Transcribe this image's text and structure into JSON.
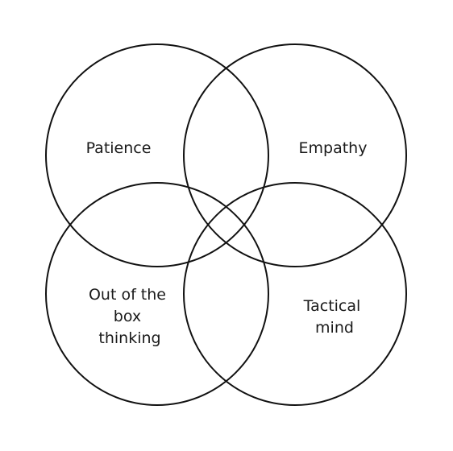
{
  "diagram": {
    "type": "venn",
    "sets": [
      {
        "id": "patience",
        "lines": [
          "Patience"
        ]
      },
      {
        "id": "empathy",
        "lines": [
          "Empathy"
        ]
      },
      {
        "id": "out-of-the-box-thinking",
        "lines": [
          "Out of the",
          "box",
          "thinking"
        ]
      },
      {
        "id": "tactical-mind",
        "lines": [
          "Tactical",
          "mind"
        ]
      }
    ],
    "stroke_color": "#111111",
    "text_color": "#1a1a1a",
    "background": "#ffffff"
  }
}
